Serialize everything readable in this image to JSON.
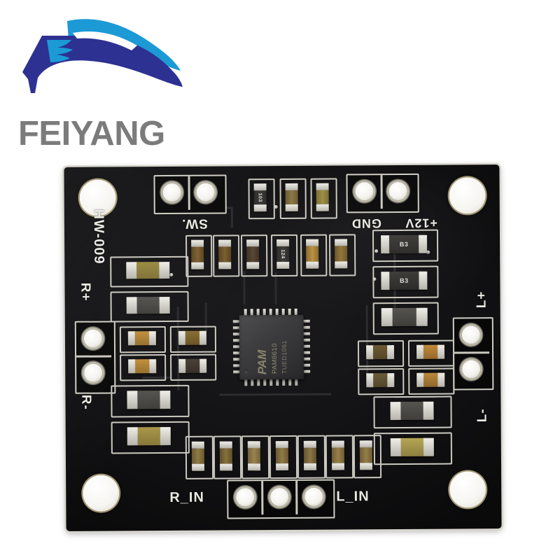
{
  "scene": {
    "description": "Product photo of a PAM8610 class-D stereo amplifier module on white background",
    "background_color": "#ffffff"
  },
  "logo": {
    "name": "FEIYANG",
    "wordmark": "FEIYANG",
    "wordmark_color": "#7b7b7b",
    "mark_colors": {
      "dark_blue": "#2d3192",
      "light_blue": "#1b9ad6"
    },
    "icon_names": [
      "feiyang-swoosh-dark",
      "feiyang-swoosh-light"
    ]
  },
  "board": {
    "name": "PAM8610 amplifier board",
    "solder_mask_color": "#121214",
    "edge_color": "#d8d6ce",
    "silkscreen_color": "#e9e8e2",
    "silkscreen_labels": {
      "board_id": "HW-009",
      "switch": "SW.",
      "ground": "GND",
      "supply": "+12V",
      "right_out_pos": "R+",
      "right_out_neg": "R-",
      "left_out_pos": "L+",
      "left_out_neg": "L-",
      "right_in": "R_IN",
      "left_in": "L_IN"
    },
    "ic": {
      "logo": "PAM",
      "part_number": "PAM8610",
      "date_code": "TUED1061",
      "package": "TQFP-36",
      "body_color": "#3c3c3e",
      "text_color": "#8d8770"
    },
    "component_markings": {
      "resistor_103": "103",
      "resistor_124": "124",
      "diode_b3_top": "B3",
      "diode_b3_bottom": "B3"
    },
    "mounting_holes": 4,
    "header_pins": {
      "switch": 2,
      "power": 2,
      "right_output": 2,
      "left_output": 2,
      "audio_input": 3
    }
  }
}
